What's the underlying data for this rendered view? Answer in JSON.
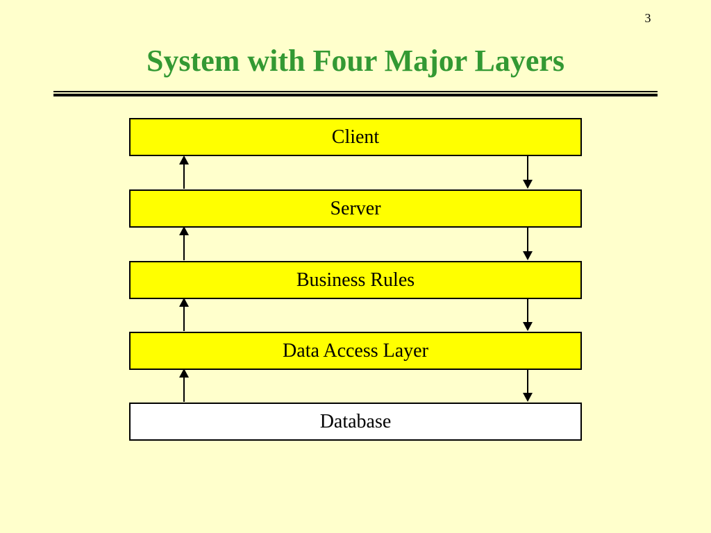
{
  "slide": {
    "page_number": "3",
    "title": "System with Four Major Layers"
  },
  "layers": [
    {
      "label": "Client",
      "fill": "#FFFF00"
    },
    {
      "label": "Server",
      "fill": "#FFFF00"
    },
    {
      "label": "Business Rules",
      "fill": "#FFFF00"
    },
    {
      "label": "Data Access Layer",
      "fill": "#FFFF00"
    },
    {
      "label": "Database",
      "fill": "#FFFFFF"
    }
  ],
  "colors": {
    "background": "#FFFFCC",
    "title": "#339933",
    "layer_highlight": "#FFFF00"
  }
}
